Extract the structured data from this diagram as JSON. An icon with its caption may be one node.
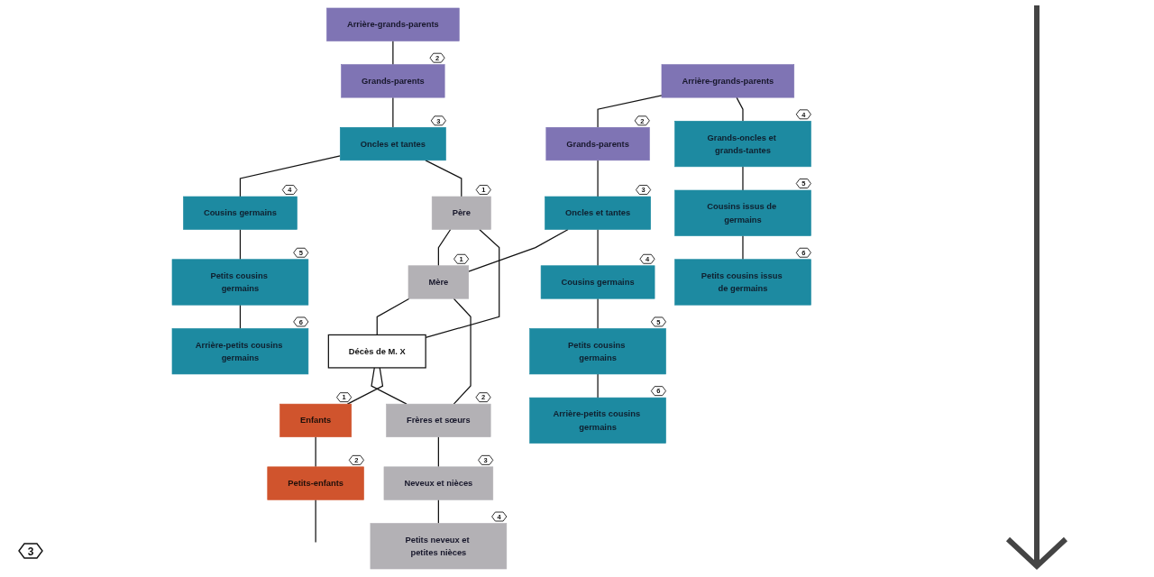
{
  "diagram": {
    "nodes": [
      {
        "text": [
          "Arrière-grands-parents"
        ]
      },
      {
        "text": [
          "Arrière-grands-parents"
        ]
      },
      {
        "text": [
          "Grands-parents"
        ],
        "beside": [
          "2"
        ]
      },
      {
        "text": [
          "Grands-parents"
        ],
        "beside": [
          "2"
        ]
      },
      {
        "text": [
          "Grands-oncles et grands-tantes"
        ],
        "beside": [
          "4"
        ]
      },
      {
        "text": [
          "Oncles et tantes"
        ],
        "beside": [
          "3"
        ]
      },
      {
        "text": [
          "Père"
        ],
        "beside": [
          "1"
        ]
      },
      {
        "text": [
          "Mère"
        ],
        "beside": [
          "1"
        ]
      },
      {
        "text": [
          "Oncles et tantes"
        ],
        "beside": [
          "3"
        ]
      },
      {
        "text": [
          "Cousins issus de germains"
        ],
        "beside": [
          "5"
        ]
      },
      {
        "text": [
          "Cousins germains"
        ],
        "beside": [
          "4"
        ]
      },
      {
        "text": [
          "Décès de M. X"
        ]
      },
      {
        "text": [
          "Frères et sœurs"
        ],
        "beside": [
          "2"
        ]
      },
      {
        "text": [
          "Cousins germains"
        ],
        "beside": [
          "4"
        ]
      },
      {
        "text": [
          "Petits cousins issus de germains"
        ],
        "beside": [
          "6"
        ]
      },
      {
        "text": [
          "Petits cousins germains"
        ],
        "beside": [
          "5"
        ]
      },
      {
        "text": [
          "Enfants"
        ],
        "beside": [
          "1"
        ]
      },
      {
        "text": [
          "Neveux et nièces"
        ],
        "beside": [
          "3"
        ]
      },
      {
        "text": [
          "Petits cousins germains"
        ],
        "beside": [
          "5"
        ]
      },
      {
        "text": [
          "Arrière-petits cousins germains"
        ],
        "beside": [
          "6"
        ]
      },
      {
        "text": [
          "Petits-enfants"
        ],
        "beside": [
          "2"
        ]
      },
      {
        "text": [
          "Petits neveux et petites nièces"
        ],
        "beside": [
          "4"
        ]
      },
      {
        "text": [
          "Arrière-petits cousins germains"
        ],
        "beside": [
          "6"
        ]
      }
    ],
    "edges": [
      {
        "from": 0,
        "to": 2,
        "arrow": "none"
      },
      {
        "from": 2,
        "to": 5,
        "arrow": "none"
      },
      {
        "from": 5,
        "to": 10,
        "arrow": "none"
      },
      {
        "from": 10,
        "to": 15,
        "arrow": "none"
      },
      {
        "from": 15,
        "to": 19,
        "arrow": "none"
      },
      {
        "from": 5,
        "to": 6,
        "arrow": "none"
      },
      {
        "from": 6,
        "to": 7,
        "arrow": "none"
      },
      {
        "from": 6,
        "to": 11,
        "arrow": "none"
      },
      {
        "from": 7,
        "to": 11,
        "arrow": "none"
      },
      {
        "from": 8,
        "to": 7,
        "arrow": "none"
      },
      {
        "from": 7,
        "to": 12,
        "arrow": "none"
      },
      {
        "from": 11,
        "to": 12,
        "arrow": "none"
      },
      {
        "from": 11,
        "to": 16,
        "arrow": "none"
      },
      {
        "from": 16,
        "to": 20,
        "arrow": "none"
      },
      {
        "from": 20,
        "to": null,
        "arrow": "none"
      },
      {
        "from": 12,
        "to": 17,
        "arrow": "none"
      },
      {
        "from": 17,
        "to": 21,
        "arrow": "none"
      },
      {
        "from": 1,
        "to": 3,
        "arrow": "none"
      },
      {
        "from": 1,
        "to": 4,
        "arrow": "none"
      },
      {
        "from": 3,
        "to": 8,
        "arrow": "none"
      },
      {
        "from": 8,
        "to": 13,
        "arrow": "none"
      },
      {
        "from": 13,
        "to": 18,
        "arrow": "none"
      },
      {
        "from": 18,
        "to": 22,
        "arrow": "none"
      },
      {
        "from": 4,
        "to": 9,
        "arrow": "none"
      },
      {
        "from": 9,
        "to": 14,
        "arrow": "none"
      }
    ],
    "labels": [
      "3"
    ]
  }
}
